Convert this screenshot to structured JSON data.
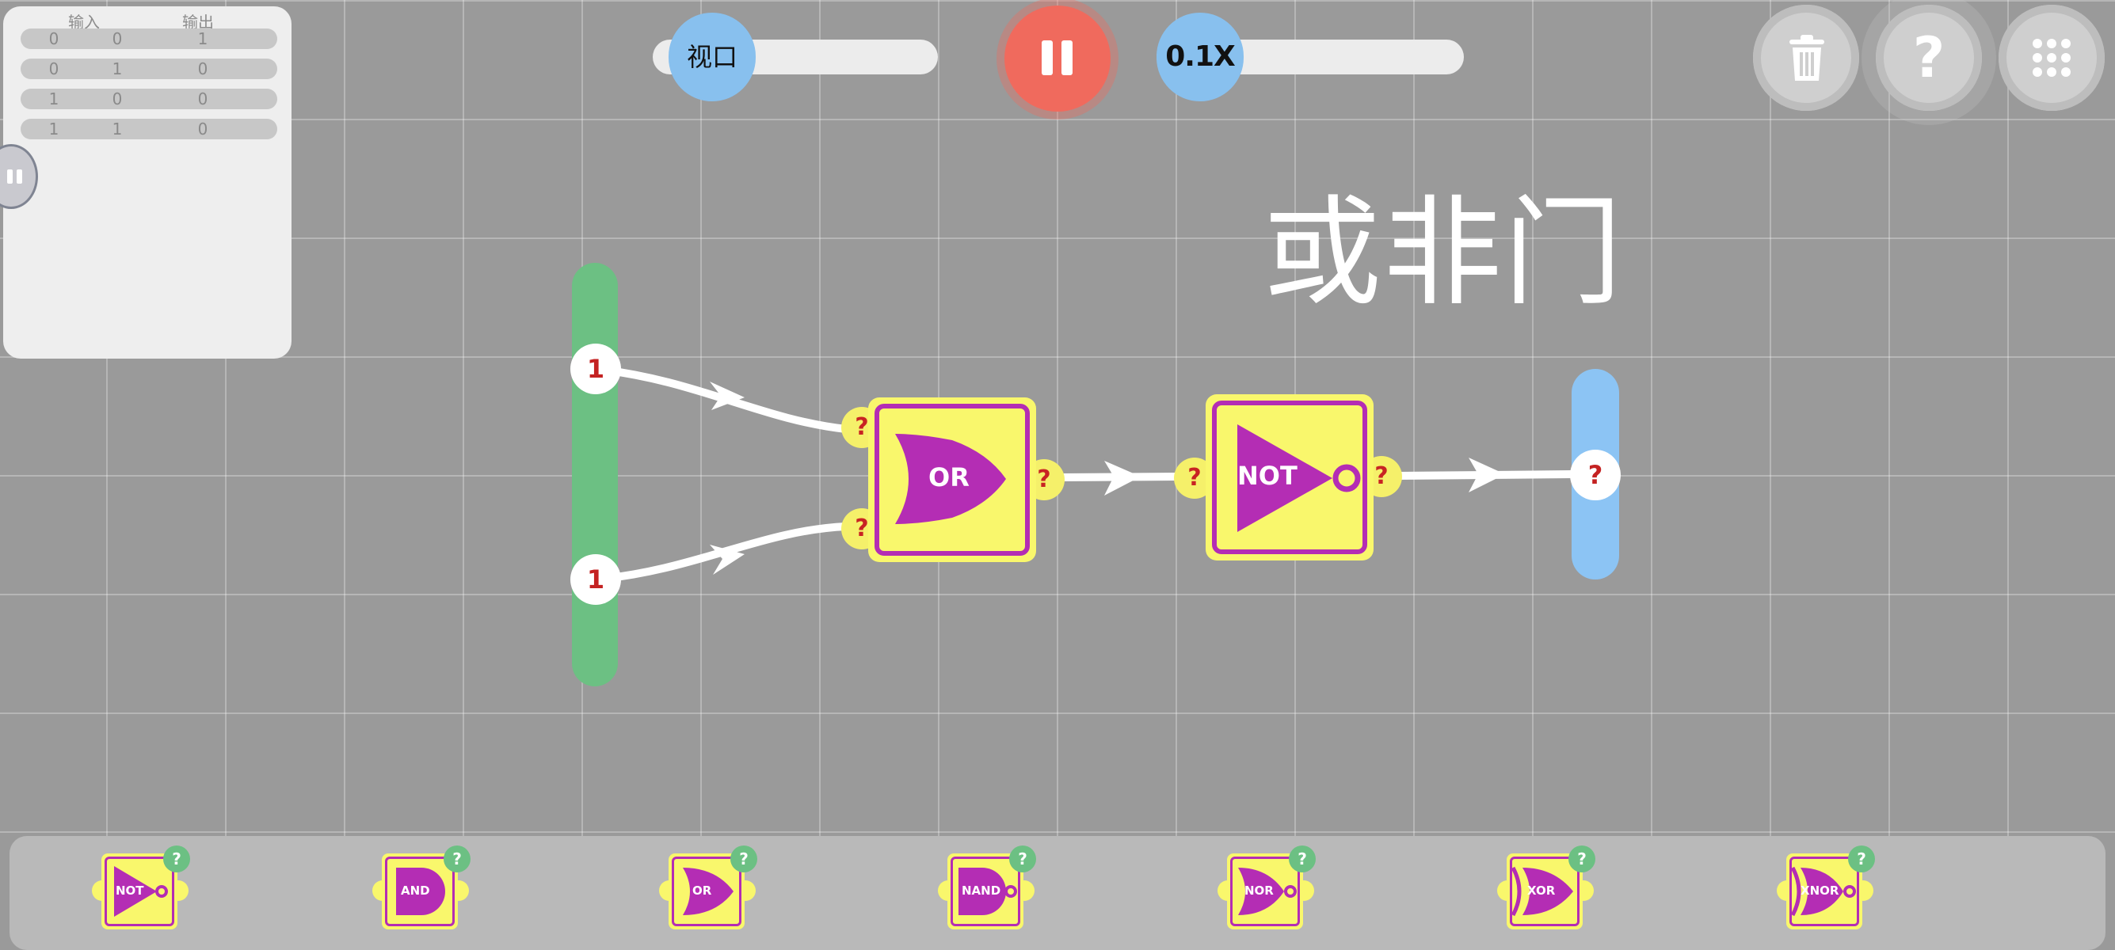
{
  "truth_table": {
    "headers": [
      "输入",
      "输出"
    ],
    "rows": [
      [
        "0",
        "0",
        "1"
      ],
      [
        "0",
        "1",
        "0"
      ],
      [
        "1",
        "0",
        "0"
      ],
      [
        "1",
        "1",
        "0"
      ]
    ]
  },
  "view_slider": {
    "label": "视口"
  },
  "speed_slider": {
    "label": "0.1X"
  },
  "title": "或非门",
  "inputs": [
    "1",
    "1"
  ],
  "output": "?",
  "gates": {
    "or": {
      "label": "OR",
      "in1": "?",
      "in2": "?",
      "out": "?"
    },
    "not": {
      "label": "NOT",
      "in": "?",
      "out": "?"
    }
  },
  "toolbar": {
    "delete_icon": "trash-icon",
    "help_label": "?",
    "menu_icon": "grid-icon"
  },
  "toolbox": {
    "help_badge": "?",
    "items": [
      {
        "label": "NOT",
        "shape": "not"
      },
      {
        "label": "AND",
        "shape": "and"
      },
      {
        "label": "OR",
        "shape": "or"
      },
      {
        "label": "NAND",
        "shape": "nand"
      },
      {
        "label": "NOR",
        "shape": "nor"
      },
      {
        "label": "XOR",
        "shape": "xor"
      },
      {
        "label": "XNOR",
        "shape": "xnor"
      }
    ]
  },
  "colors": {
    "background": "#9a9a9a",
    "gate_fill": "#f9f76c",
    "gate_border": "#b42db4",
    "input_bar": "#6cc083",
    "output_bar": "#8cc4f4",
    "pause": "#f06a5d",
    "value_text": "#c42222"
  }
}
